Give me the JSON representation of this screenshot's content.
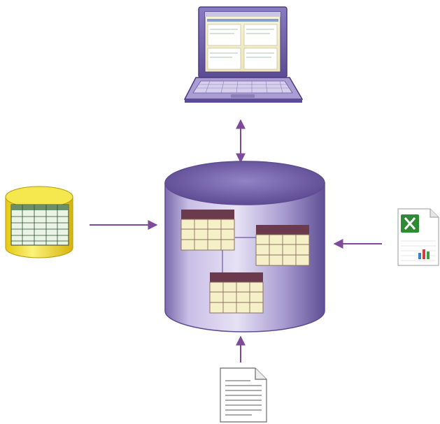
{
  "diagram": {
    "type": "data-integration",
    "central_node": {
      "icon": "database-cylinder-icon",
      "contents": [
        "table-icon",
        "table-icon",
        "table-icon"
      ]
    },
    "sources": [
      {
        "icon": "laptop-icon",
        "connection": "bidirectional"
      },
      {
        "icon": "yellow-database-icon",
        "connection": "into-center"
      },
      {
        "icon": "excel-spreadsheet-icon",
        "connection": "into-center"
      },
      {
        "icon": "text-document-icon",
        "connection": "into-center"
      }
    ]
  },
  "colors": {
    "arrow": "#7d4a9c",
    "cylinder_top": "#6f5a9f",
    "cylinder_body": "#8a7bb9",
    "table_header": "#6b3b4d",
    "table_cell": "#f6f0c8",
    "yellow_db": "#f0e33a",
    "excel_green": "#2f8a34"
  }
}
